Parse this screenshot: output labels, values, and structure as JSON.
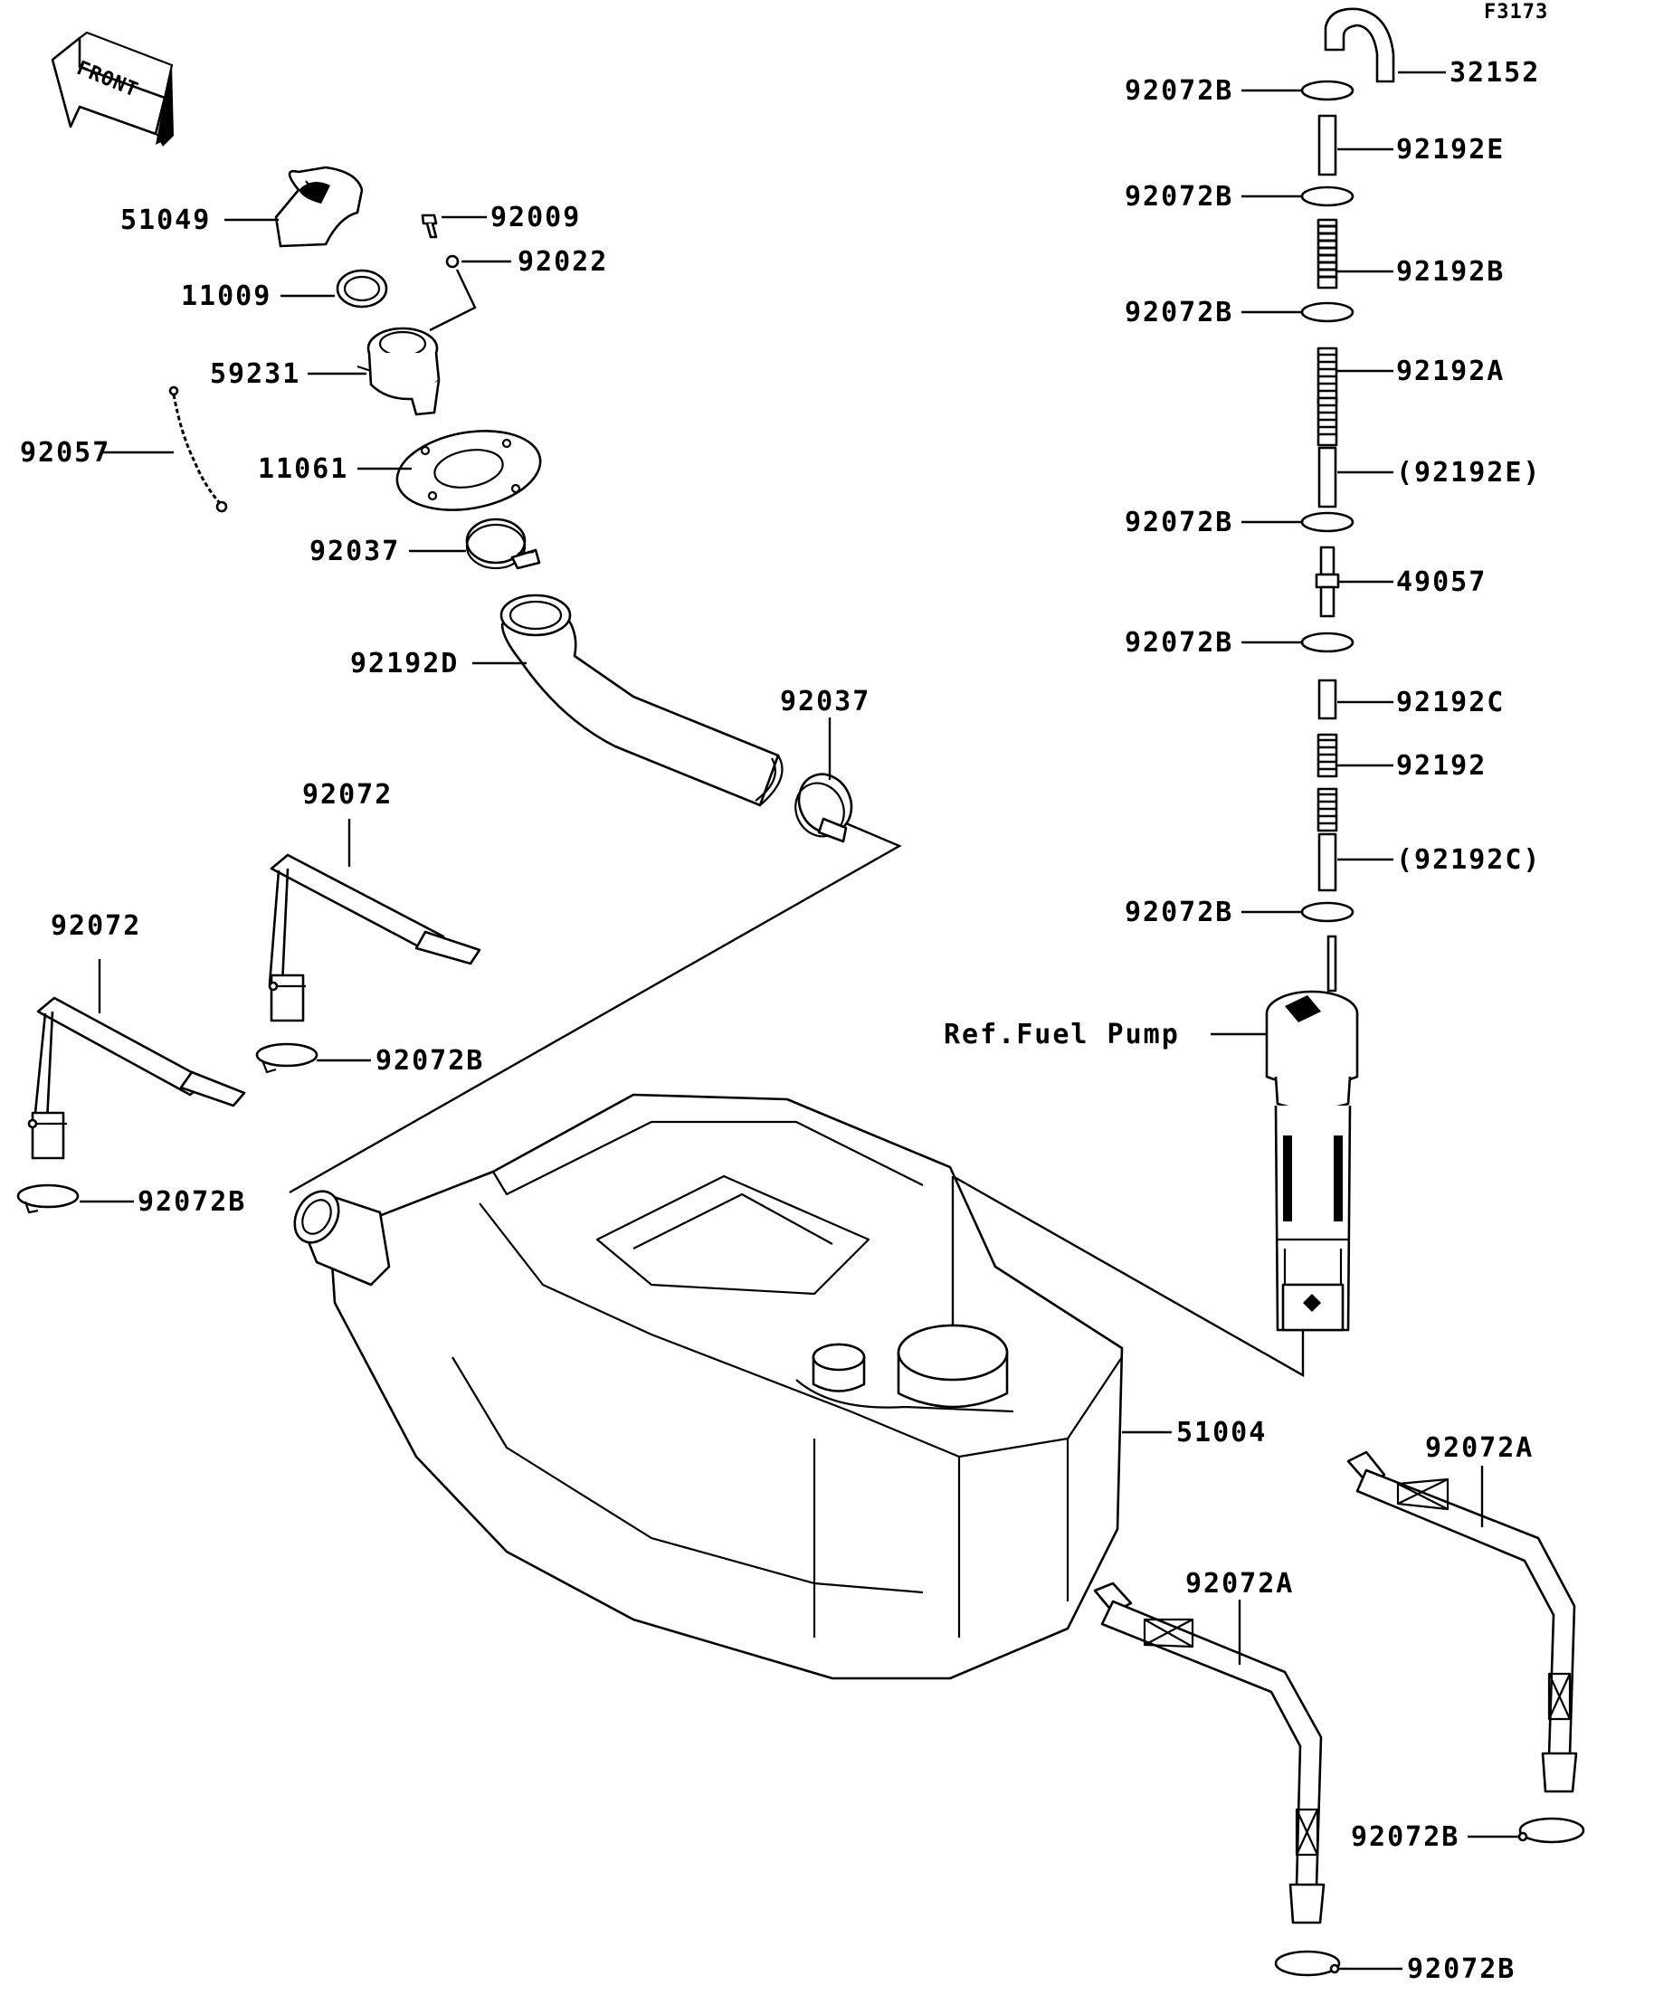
{
  "figure_code": "F3173",
  "front_label": "FRONT",
  "ref_label": "Ref.Fuel Pump",
  "labels": {
    "p51049": "51049",
    "p92009": "92009",
    "p92022": "92022",
    "p11009": "11009",
    "p59231": "59231",
    "p92057": "92057",
    "p11061": "11061",
    "p92037_a": "92037",
    "p92192D": "92192D",
    "p92037_b": "92037",
    "p92072_a": "92072",
    "p92072_b": "92072",
    "p92072B_left1": "92072B",
    "p92072B_left2": "92072B",
    "p51004": "51004",
    "p92072A_1": "92072A",
    "p92072A_2": "92072A",
    "p92072B_right1": "92072B",
    "p92072B_right2": "92072B",
    "p32152": "32152",
    "p92192E": "92192E",
    "p92192B": "92192B",
    "p92192A": "92192A",
    "p92192E_ref": "(92192E)",
    "p49057": "49057",
    "p92192C": "92192C",
    "p92192": "92192",
    "p92192C_ref": "(92192C)",
    "clamp_1": "92072B",
    "clamp_2": "92072B",
    "clamp_3": "92072B",
    "clamp_4": "92072B",
    "clamp_5": "92072B",
    "clamp_6": "92072B"
  }
}
